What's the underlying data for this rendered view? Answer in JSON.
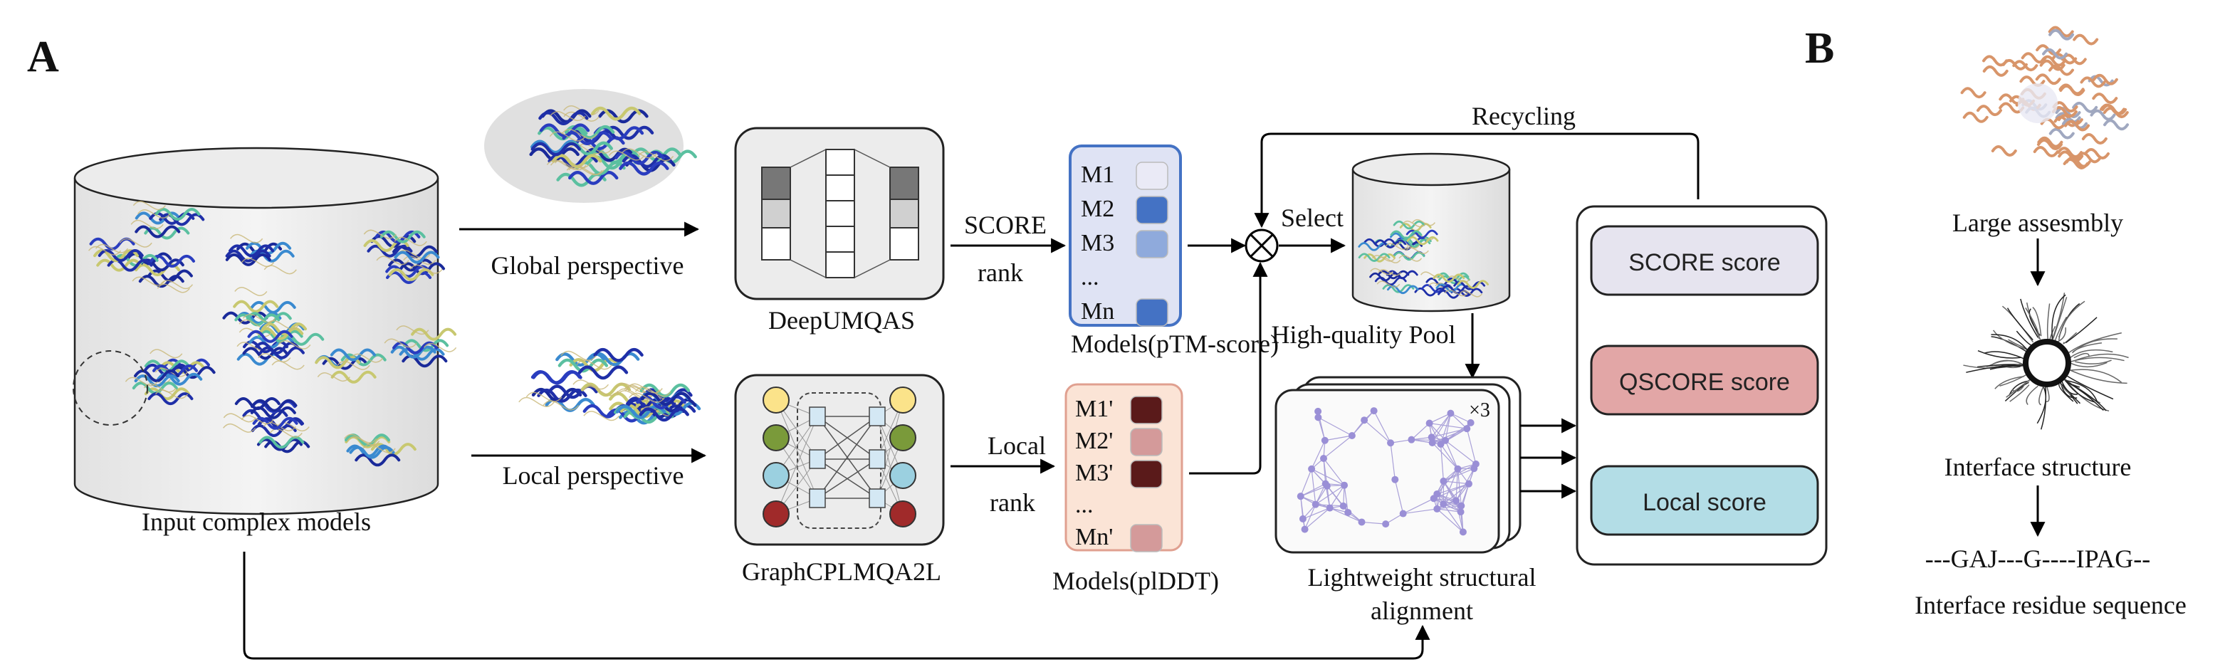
{
  "panels": {
    "a": "A",
    "b": "B"
  },
  "input": {
    "label": "Input complex models"
  },
  "global": {
    "label": "Global perspective"
  },
  "local": {
    "label": "Local perspective"
  },
  "deepumqas": {
    "label": "DeepUMQAS"
  },
  "graphcpl": {
    "label": "GraphCPLMQA2L"
  },
  "score_rank": {
    "score": "SCORE",
    "rank": "rank"
  },
  "local_rank": {
    "local": "Local",
    "rank": "rank"
  },
  "models_ptm": {
    "label": "Models(pTM-score)",
    "items": [
      "M1",
      "M2",
      "M3",
      "...",
      "Mn"
    ],
    "colors": [
      "#eaeaf6",
      "#4472c4",
      "#8faadc",
      "",
      "#4472c4"
    ]
  },
  "models_plddt": {
    "label": "Models(plDDT)",
    "items": [
      "M1'",
      "M2'",
      "M3'",
      "...",
      "Mn'"
    ],
    "colors": [
      "#5a1a1a",
      "#d49a9a",
      "#5a1a1a",
      "",
      "#d49a9a"
    ]
  },
  "select": {
    "label": "Select"
  },
  "recycling": {
    "label": "Recycling"
  },
  "pool": {
    "label": "High-quality Pool"
  },
  "alignment": {
    "line1": "Lightweight structural",
    "line2": "alignment",
    "times": "×3"
  },
  "scores": {
    "score": "SCORE score",
    "qscore": "QSCORE score",
    "local": "Local score",
    "colors": {
      "score": "#e6e4ef",
      "qscore": "#e2a6a6",
      "local": "#b3dde6"
    }
  },
  "panel_b": {
    "large": "Large assesmbly",
    "interface": "Interface structure",
    "sequence": "---GAJ---G----IPAG--",
    "sequence_label": "Interface residue sequence"
  },
  "icons": [
    "protein-structure-icon",
    "neural-net-icon",
    "graph-net-icon",
    "cross-circle-icon",
    "cylinder-icon"
  ]
}
